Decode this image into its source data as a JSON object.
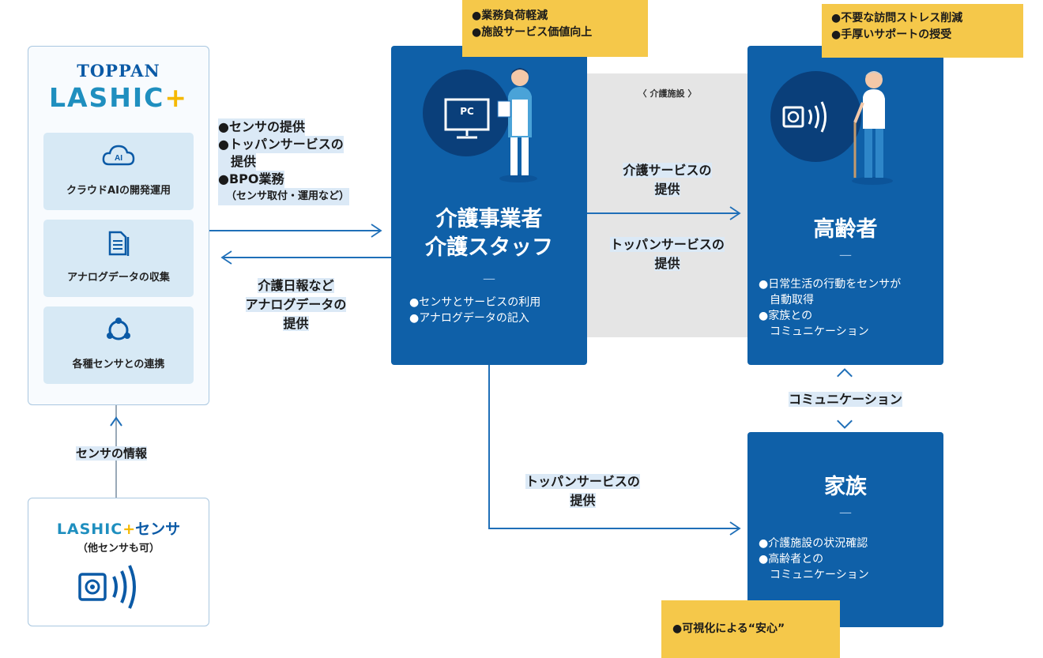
{
  "platform": {
    "company": "TOPPAN",
    "product": "LASHIC",
    "product_plus": "+",
    "features": [
      {
        "label": "クラウドAIの開発運用",
        "icon": "cloud-ai-icon"
      },
      {
        "label": "アナログデータの収集",
        "icon": "document-icon"
      },
      {
        "label": "各種センサとの連携",
        "icon": "network-icon"
      }
    ]
  },
  "sensor": {
    "name_brand": "LASHIC",
    "name_plus": "+",
    "name_suffix": "センサ",
    "note": "（他センサも可）"
  },
  "flows": {
    "platform_to_center": [
      "●センサの提供",
      "●トッパンサービスの",
      "　提供",
      "●BPO業務",
      "（センサ取付・運用など）"
    ],
    "center_to_platform": [
      "介護日報など",
      "アナログデータの",
      "提供"
    ],
    "sensor_to_platform": "センサの情報",
    "center_to_elder_top": [
      "介護サービスの",
      "提供"
    ],
    "center_to_elder_bottom": [
      "トッパンサービスの",
      "提供"
    ],
    "center_to_family": [
      "トッパンサービスの",
      "提供"
    ],
    "elder_family": "コミュニケーション",
    "facility_label": "〈 介護施設 〉"
  },
  "center": {
    "title_line1": "介護事業者",
    "title_line2": "介護スタッフ",
    "dash": "—",
    "bullets": [
      "●センサとサービスの利用",
      "●アナログデータの記入"
    ],
    "pc_label": "PC",
    "callout": [
      "●業務負荷軽減",
      "●施設サービス価値向上"
    ]
  },
  "elder": {
    "title": "高齢者",
    "dash": "—",
    "bullets": [
      "●日常生活の行動をセンサが",
      "　自動取得",
      "●家族との",
      "　コミュニケーション"
    ],
    "callout": [
      "●不要な訪問ストレス削減",
      "●手厚いサポートの授受"
    ]
  },
  "family": {
    "title": "家族",
    "dash": "—",
    "bullets": [
      "●介護施設の状況確認",
      "●高齢者との",
      "　コミュニケーション"
    ],
    "callout": "●可視化による“安心”"
  },
  "colors": {
    "box_blue": "#0f60a8",
    "callout_yellow": "#f5c84a",
    "line_blue": "#1f6fb8"
  }
}
